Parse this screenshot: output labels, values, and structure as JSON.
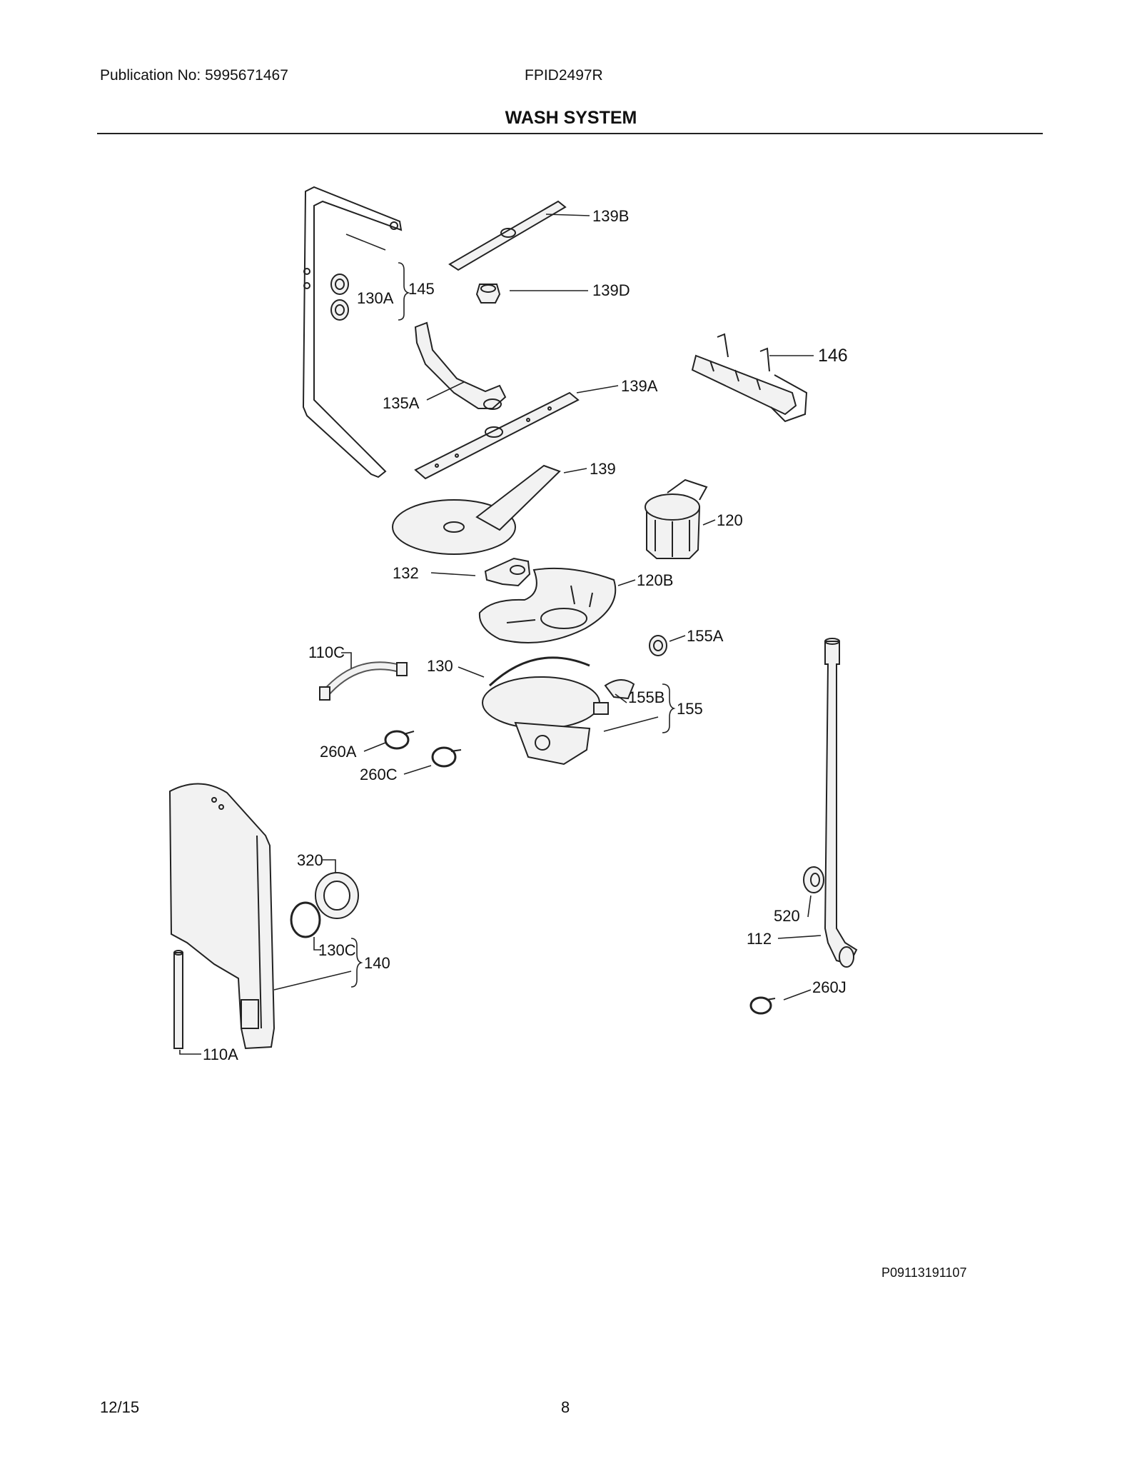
{
  "header": {
    "publication": "Publication No: 5995671467",
    "model": "FPID2497R",
    "title": "WASH SYSTEM"
  },
  "labels": {
    "l139B": "139B",
    "l139D": "139D",
    "l145": "145",
    "l130A": "130A",
    "l146": "146",
    "l135A": "135A",
    "l139A": "139A",
    "l139": "139",
    "l120": "120",
    "l132": "132",
    "l120B": "120B",
    "l110C": "110C",
    "l130": "130",
    "l155A": "155A",
    "l155B": "155B",
    "l155": "155",
    "l260A": "260A",
    "l260C": "260C",
    "l320": "320",
    "l130C": "130C",
    "l140": "140",
    "l520": "520",
    "l112": "112",
    "l260J": "260J",
    "l110A": "110A"
  },
  "footer": {
    "part_code": "P09113191107",
    "date": "12/15",
    "page": "8"
  }
}
